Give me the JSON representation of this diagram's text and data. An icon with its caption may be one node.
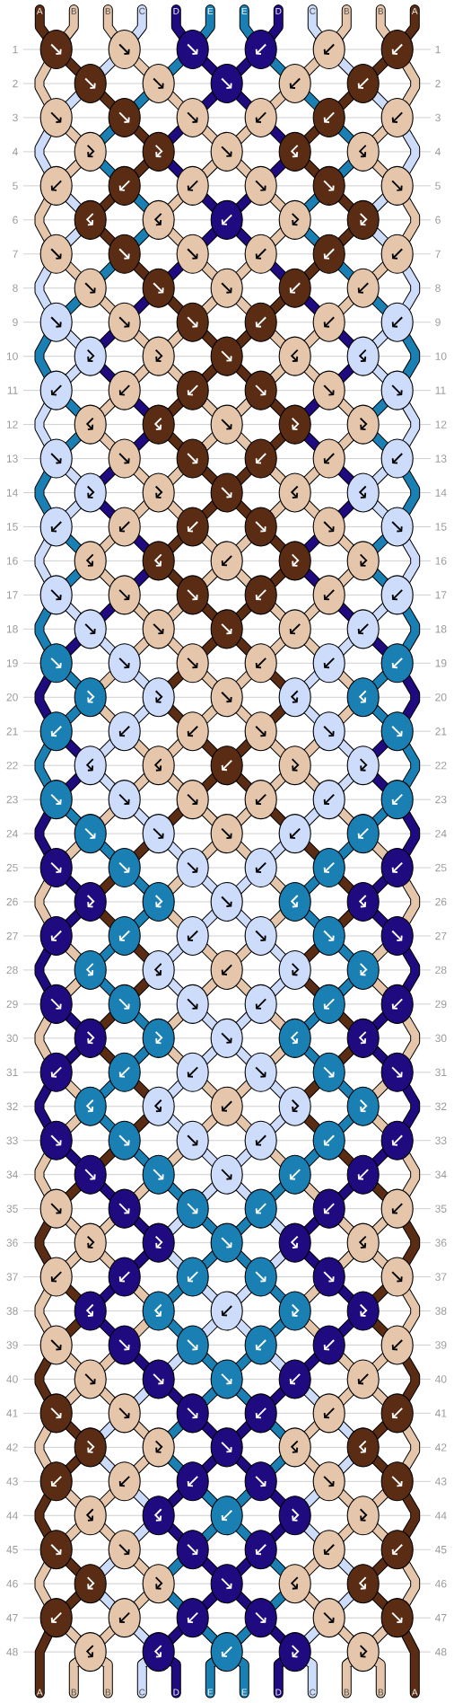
{
  "diagram": {
    "labels": [
      "A",
      "B",
      "B",
      "C",
      "D",
      "E",
      "E",
      "D",
      "C",
      "B",
      "B",
      "A",
      "1",
      "1",
      "2",
      "2",
      "3",
      "3",
      "4",
      "4",
      "5",
      "5",
      "6",
      "6",
      "7",
      "7",
      "8",
      "8",
      "9",
      "9",
      "10",
      "10",
      "11",
      "11",
      "12",
      "12",
      "13",
      "13",
      "14",
      "14",
      "15",
      "15",
      "16",
      "16",
      "17",
      "17",
      "18",
      "18",
      "19",
      "19",
      "20",
      "20",
      "21",
      "21",
      "22",
      "22",
      "23",
      "23",
      "24",
      "24",
      "25",
      "25",
      "26",
      "26",
      "27",
      "27",
      "28",
      "28",
      "29",
      "29",
      "30",
      "30",
      "31",
      "31",
      "32",
      "32",
      "33",
      "33",
      "34",
      "34",
      "35",
      "35",
      "36",
      "36",
      "37",
      "37",
      "38",
      "38",
      "39",
      "39",
      "40",
      "40",
      "41",
      "41",
      "42",
      "42",
      "43",
      "43",
      "44",
      "44",
      "45",
      "45",
      "46",
      "46",
      "47",
      "47",
      "48",
      "48",
      "A",
      "B",
      "B",
      "C",
      "D",
      "E",
      "E",
      "D",
      "C",
      "B",
      "B",
      "A"
    ]
  }
}
